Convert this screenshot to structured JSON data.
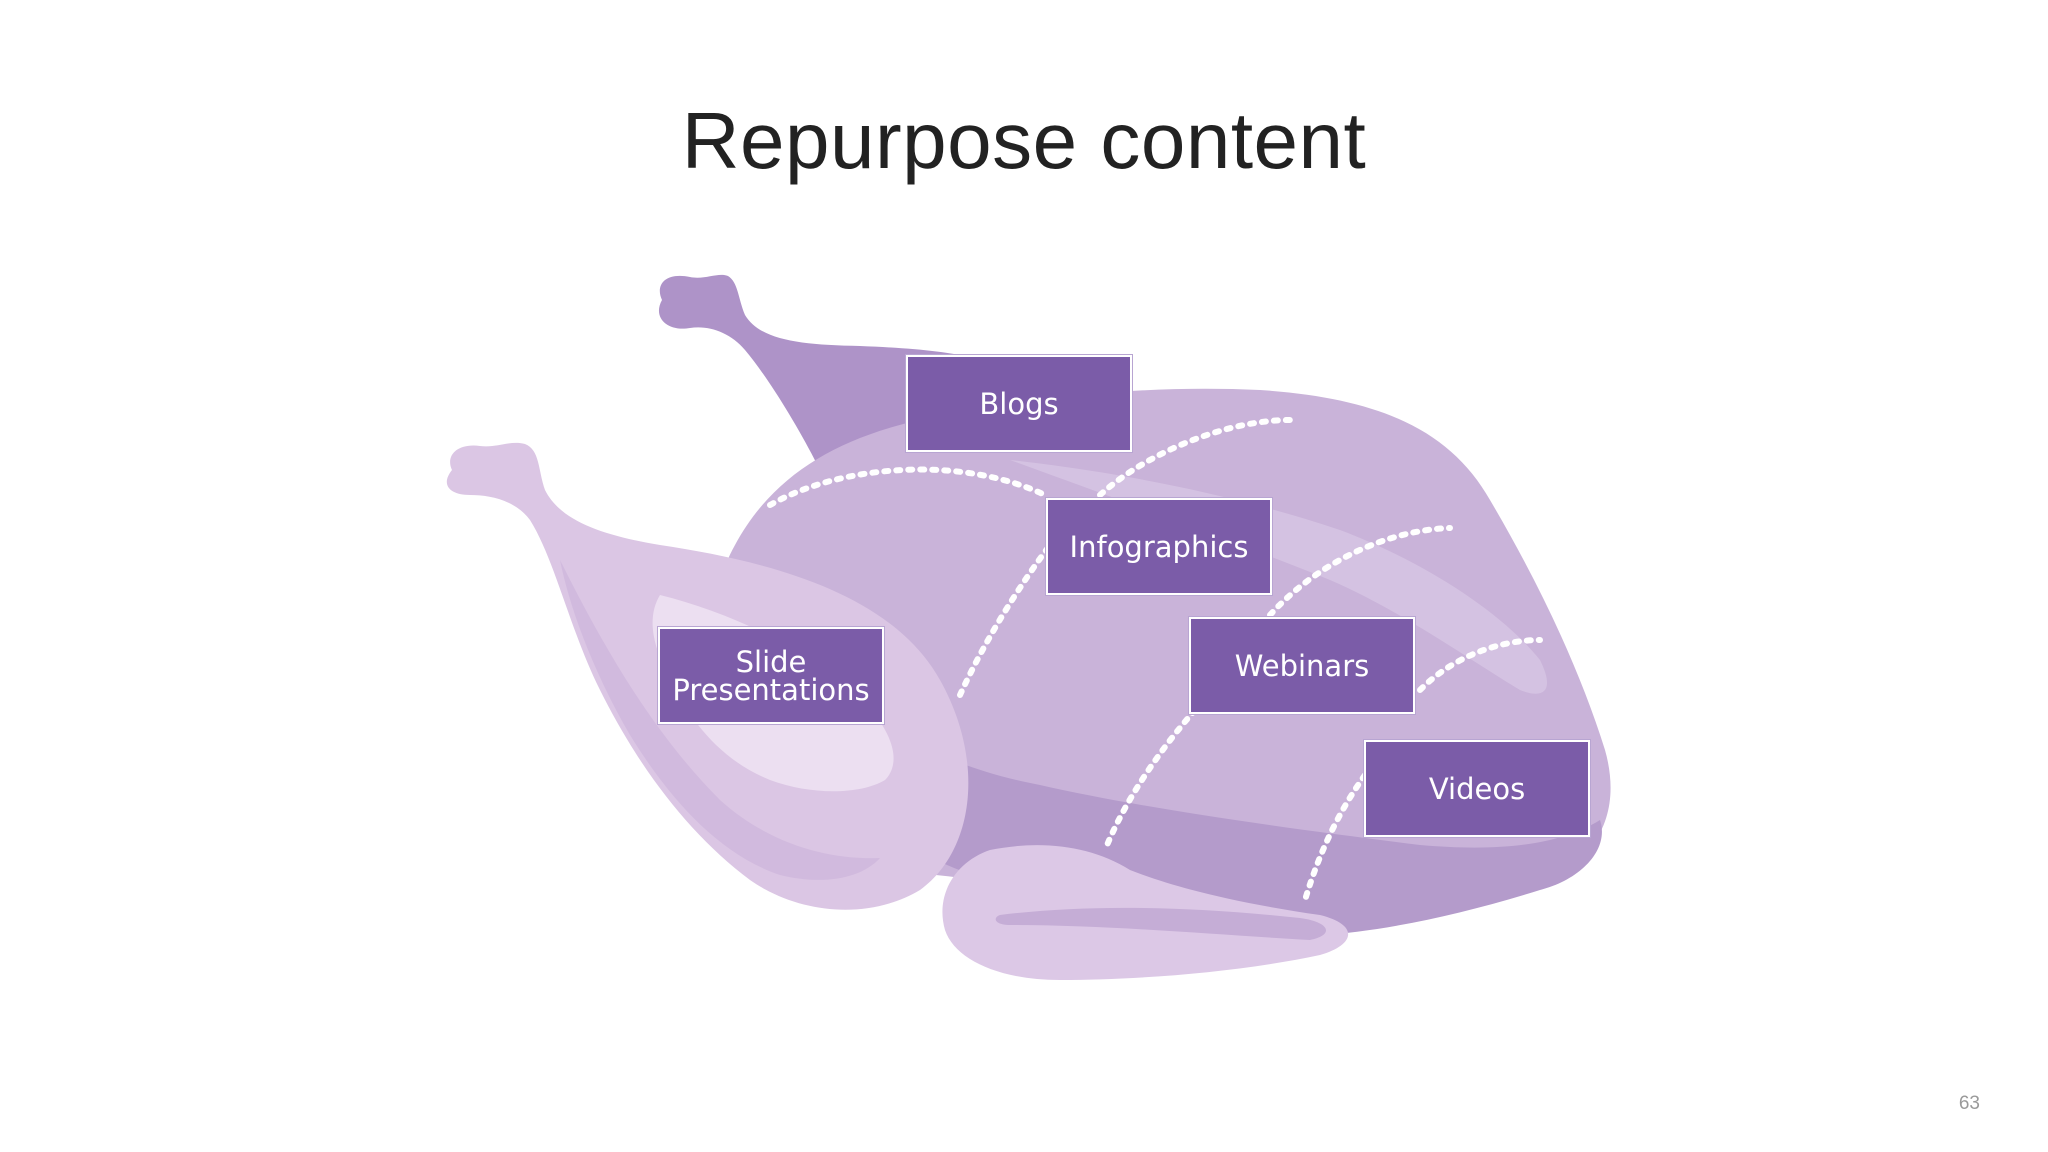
{
  "slide": {
    "title": "Repurpose content",
    "page_number": "63"
  },
  "diagram": {
    "labels": {
      "blogs": "Blogs",
      "infographics": "Infographics",
      "webinars": "Webinars",
      "videos": "Videos",
      "slide_presentations": "Slide\nPresentations"
    }
  },
  "colors": {
    "box_fill": "#7b5ca8",
    "turkey_body": "#c9b3d9",
    "turkey_dark": "#ad93c8",
    "turkey_light": "#e4d2ea",
    "title_text": "#222222"
  }
}
